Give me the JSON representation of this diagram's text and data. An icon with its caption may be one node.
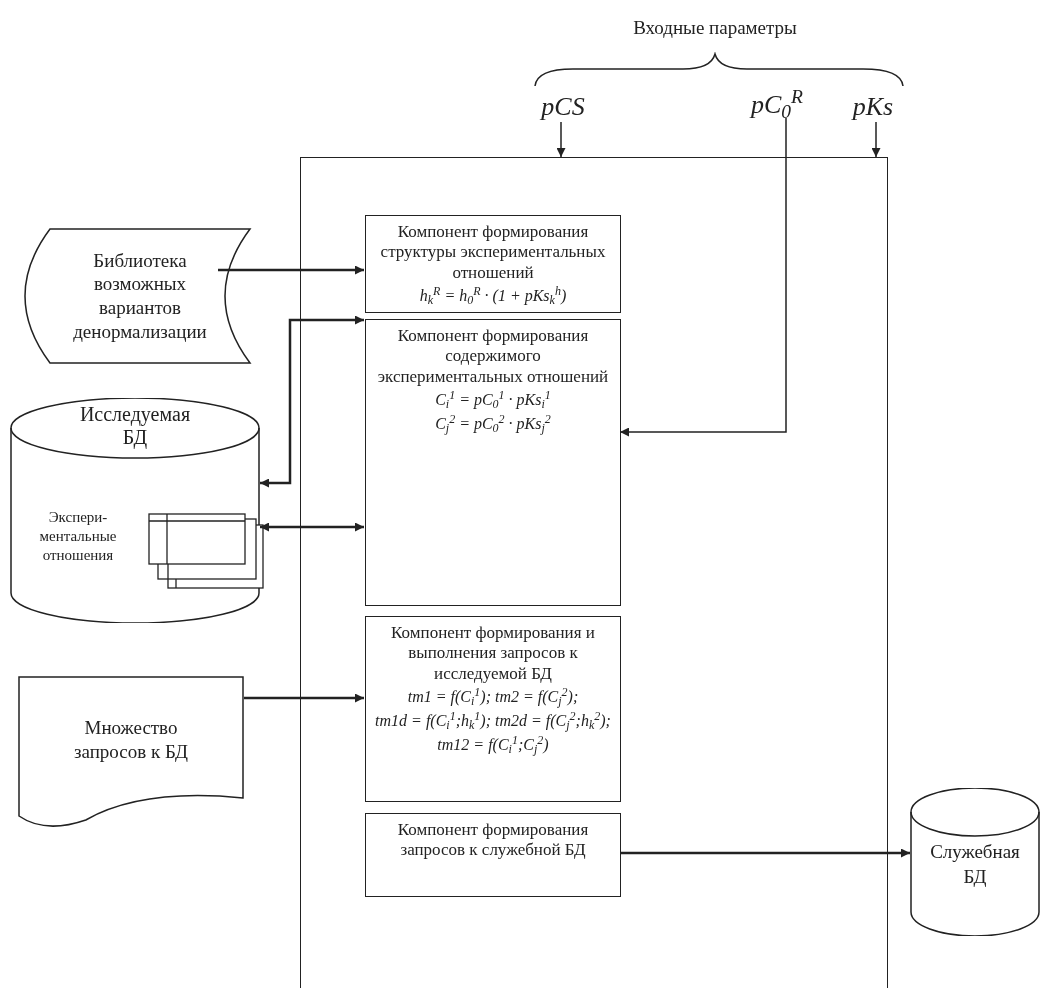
{
  "diagram": {
    "nodes": [
      {
        "text": [],
        "shape": "box"
      },
      {
        "text": [
          "Компонент формирования структуры экспериментальных отношений",
          "h$_{k}$$^{R}$ = h$_{0}$$^{R}$ · (1 + pKs$_{k}$$^{h}$)"
        ],
        "in": 0
      },
      {
        "text": [
          "Компонент формирования содержимого экспериментальных отношений",
          "C$_{i}$$^{1}$ = pC$_{0}$$^{1}$ · pKs$_{i}$$^{1}$",
          "C$_{j}$$^{2}$ = pC$_{0}$$^{2}$ · pKs$_{j}$$^{2}$"
        ],
        "in": 0
      },
      {
        "text": [
          "Компонент формирования и выполнения запросов к исследуемой БД",
          "tm1 = f(C$_{i}$$^{1}$); tm2 = f(C$_{j}$$^{2}$);",
          "tm1d = f(C$_{i}$$^{1}$;h$_{k}$$^{1}$); tm2d = f(C$_{j}$$^{2}$;h$_{k}$$^{2}$);",
          "tm12 = f(C$_{i}$$^{1}$;C$_{j}$$^{2}$)"
        ],
        "in": 0
      },
      {
        "text": [
          "Компонент формирования запросов к служебной БД"
        ],
        "in": 0
      },
      {
        "text": [
          "Библиотека возможных вариантов денормализации"
        ]
      },
      {
        "text": [
          "Исследуемая БД",
          "Экспери- ментальные отношения"
        ]
      },
      {
        "text": [
          "Множество запросов к БД"
        ]
      },
      {
        "text": [
          "Служебная БД"
        ]
      },
      {
        "text": [
          "pCS"
        ]
      },
      {
        "text": [
          "pC$_{0}$$^{R}$"
        ]
      },
      {
        "text": [
          "pKs"
        ]
      }
    ],
    "edges": [
      {
        "from": 5,
        "to": 1,
        "arrow": "to"
      },
      {
        "from": 1,
        "to": 6,
        "arrow": "both"
      },
      {
        "from": 2,
        "to": 6,
        "arrow": "both"
      },
      {
        "from": 7,
        "to": 3,
        "arrow": "to"
      },
      {
        "from": 4,
        "to": 8,
        "arrow": "to"
      },
      {
        "from": 9,
        "to": 0,
        "arrow": "to"
      },
      {
        "from": 10,
        "to": 2,
        "arrow": "to"
      },
      {
        "from": 11,
        "to": 0,
        "arrow": "to"
      }
    ],
    "labels": [
      "Входные параметры"
    ]
  }
}
